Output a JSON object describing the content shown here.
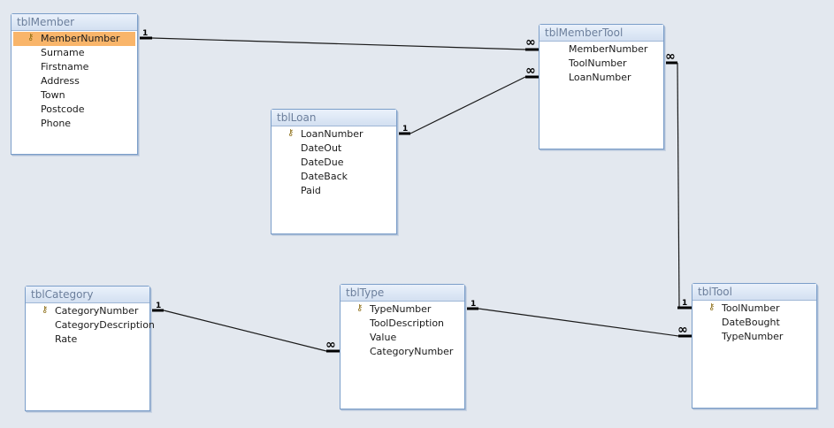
{
  "tables": {
    "member": {
      "title": "tblMember",
      "fields": [
        "MemberNumber",
        "Surname",
        "Firstname",
        "Address",
        "Town",
        "Postcode",
        "Phone"
      ]
    },
    "membertool": {
      "title": "tblMemberTool",
      "fields": [
        "MemberNumber",
        "ToolNumber",
        "LoanNumber"
      ]
    },
    "loan": {
      "title": "tblLoan",
      "fields": [
        "LoanNumber",
        "DateOut",
        "DateDue",
        "DateBack",
        "Paid"
      ]
    },
    "category": {
      "title": "tblCategory",
      "fields": [
        "CategoryNumber",
        "CategoryDescription",
        "Rate"
      ]
    },
    "type": {
      "title": "tblType",
      "fields": [
        "TypeNumber",
        "ToolDescription",
        "Value",
        "CategoryNumber"
      ]
    },
    "tool": {
      "title": "tblTool",
      "fields": [
        "ToolNumber",
        "DateBought",
        "TypeNumber"
      ]
    }
  },
  "cardinality": {
    "one": "1",
    "many": "∞"
  },
  "icons": {
    "primary_key": "key-icon"
  },
  "colors": {
    "selected_field": "#f9b56a",
    "title_text": "#6c7f9c",
    "border": "#7b9ec9"
  }
}
